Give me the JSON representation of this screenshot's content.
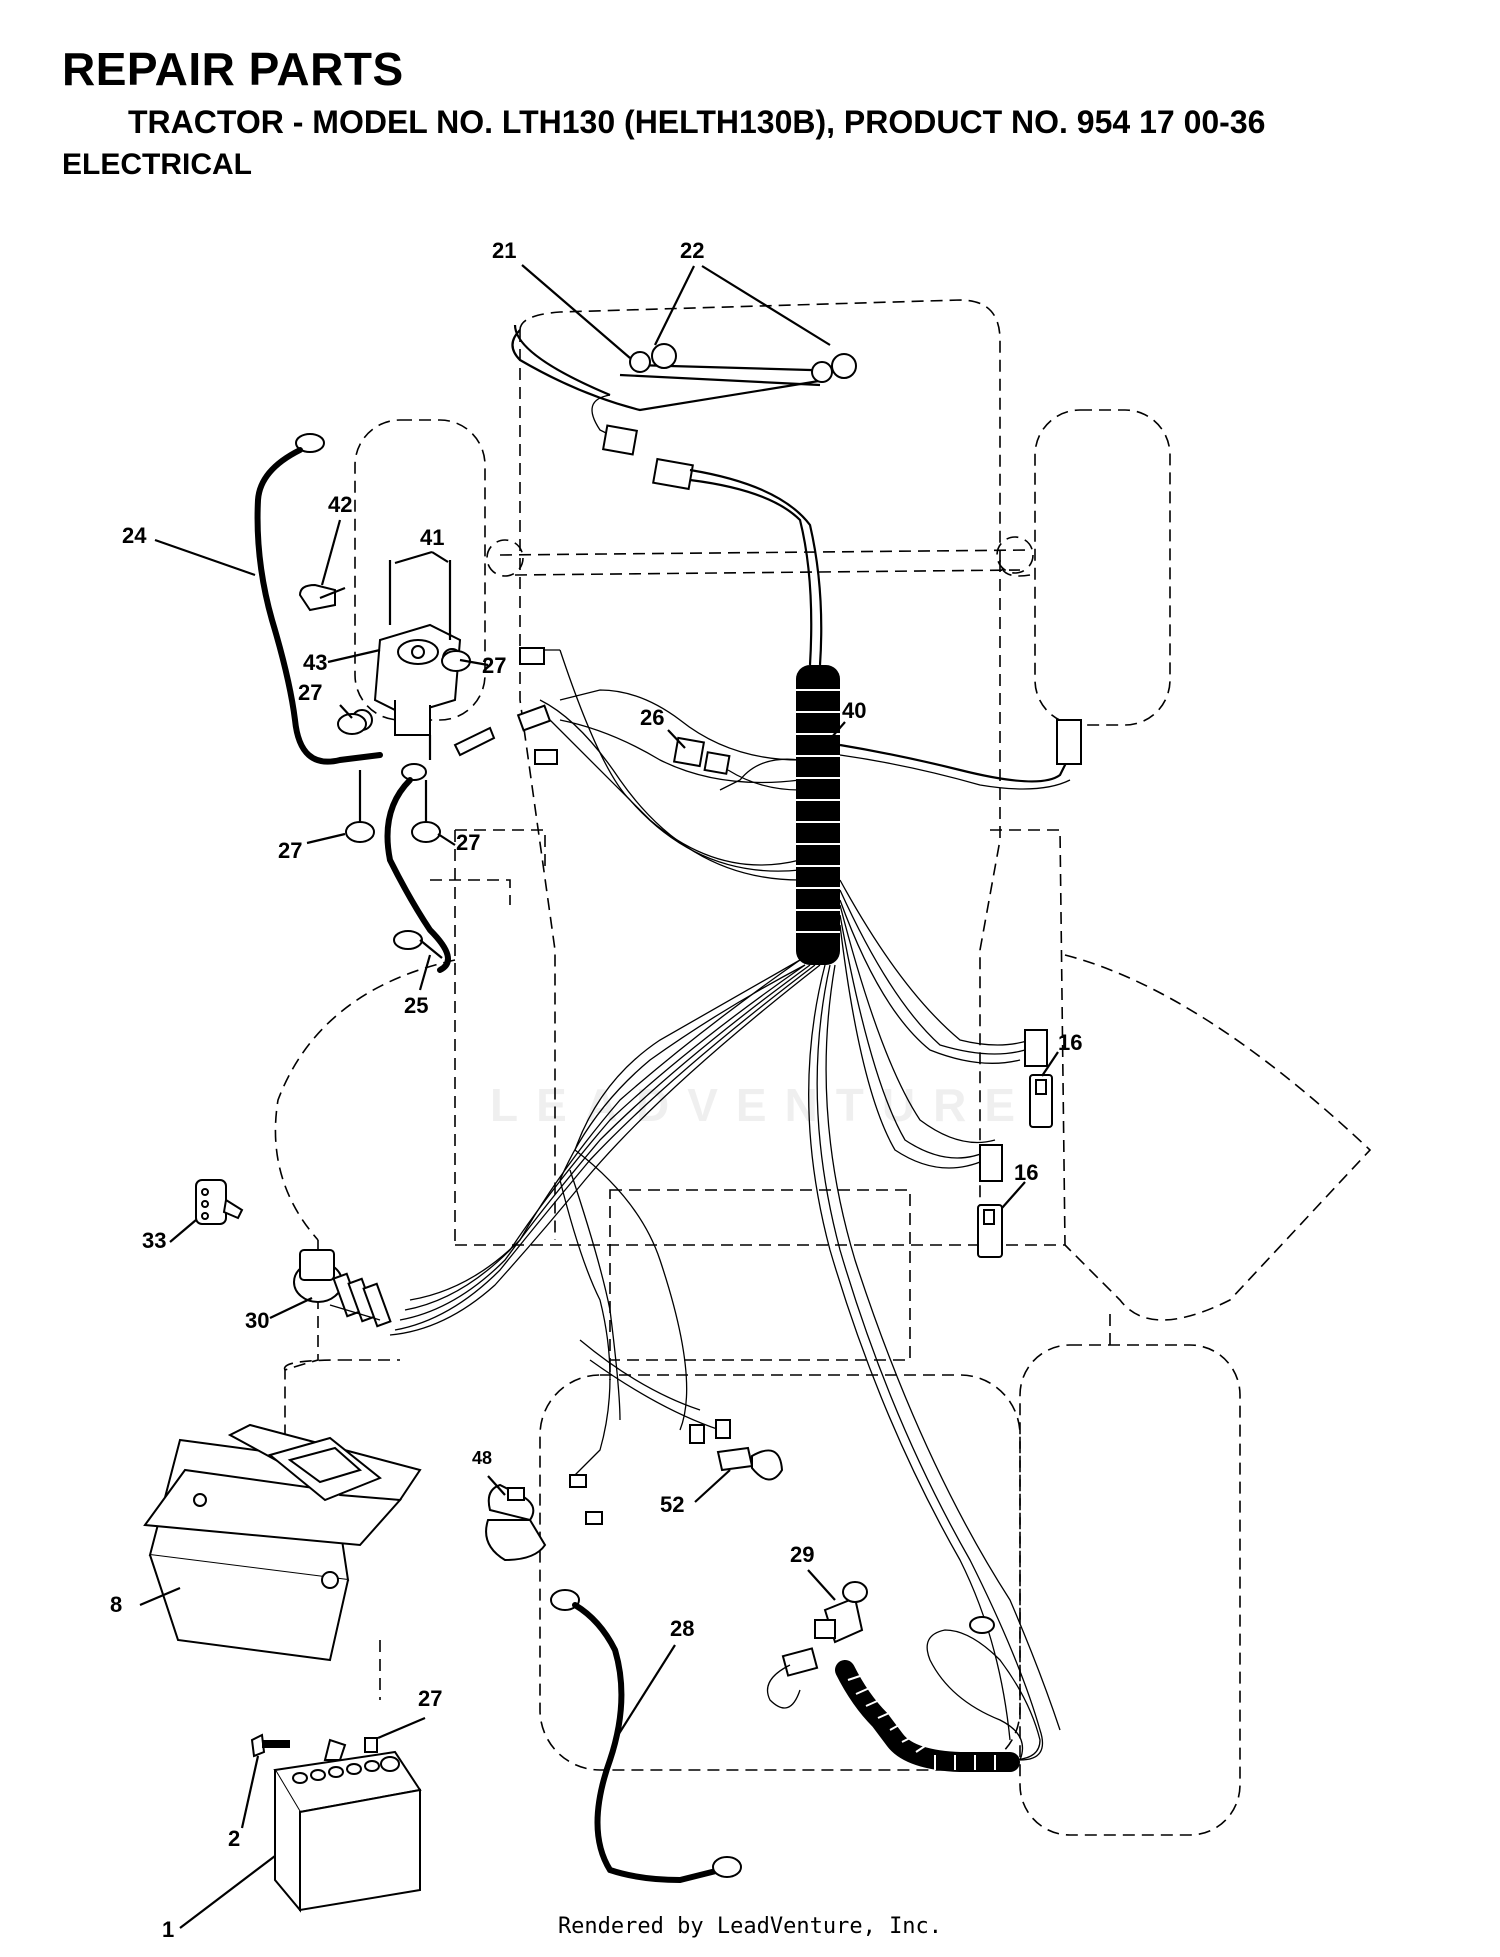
{
  "header": {
    "title": "REPAIR PARTS",
    "subtitle": "TRACTOR - MODEL NO. LTH130 (HELTH130B), PRODUCT NO. 954 17 00-36",
    "section": "ELECTRICAL"
  },
  "callouts": {
    "c21": "21",
    "c22": "22",
    "c24": "24",
    "c42": "42",
    "c41": "41",
    "c43": "43",
    "c27a": "27",
    "c27b": "27",
    "c27c": "27",
    "c27d": "27",
    "c27e": "27",
    "c26": "26",
    "c40": "40",
    "c25": "25",
    "c16a": "16",
    "c16b": "16",
    "c33": "33",
    "c30": "30",
    "c48": "48",
    "c52": "52",
    "c8": "8",
    "c29": "29",
    "c28": "28",
    "c2": "2",
    "c1": "1"
  },
  "watermark": "LEADVENTURE",
  "footer": "Rendered by LeadVenture, Inc."
}
